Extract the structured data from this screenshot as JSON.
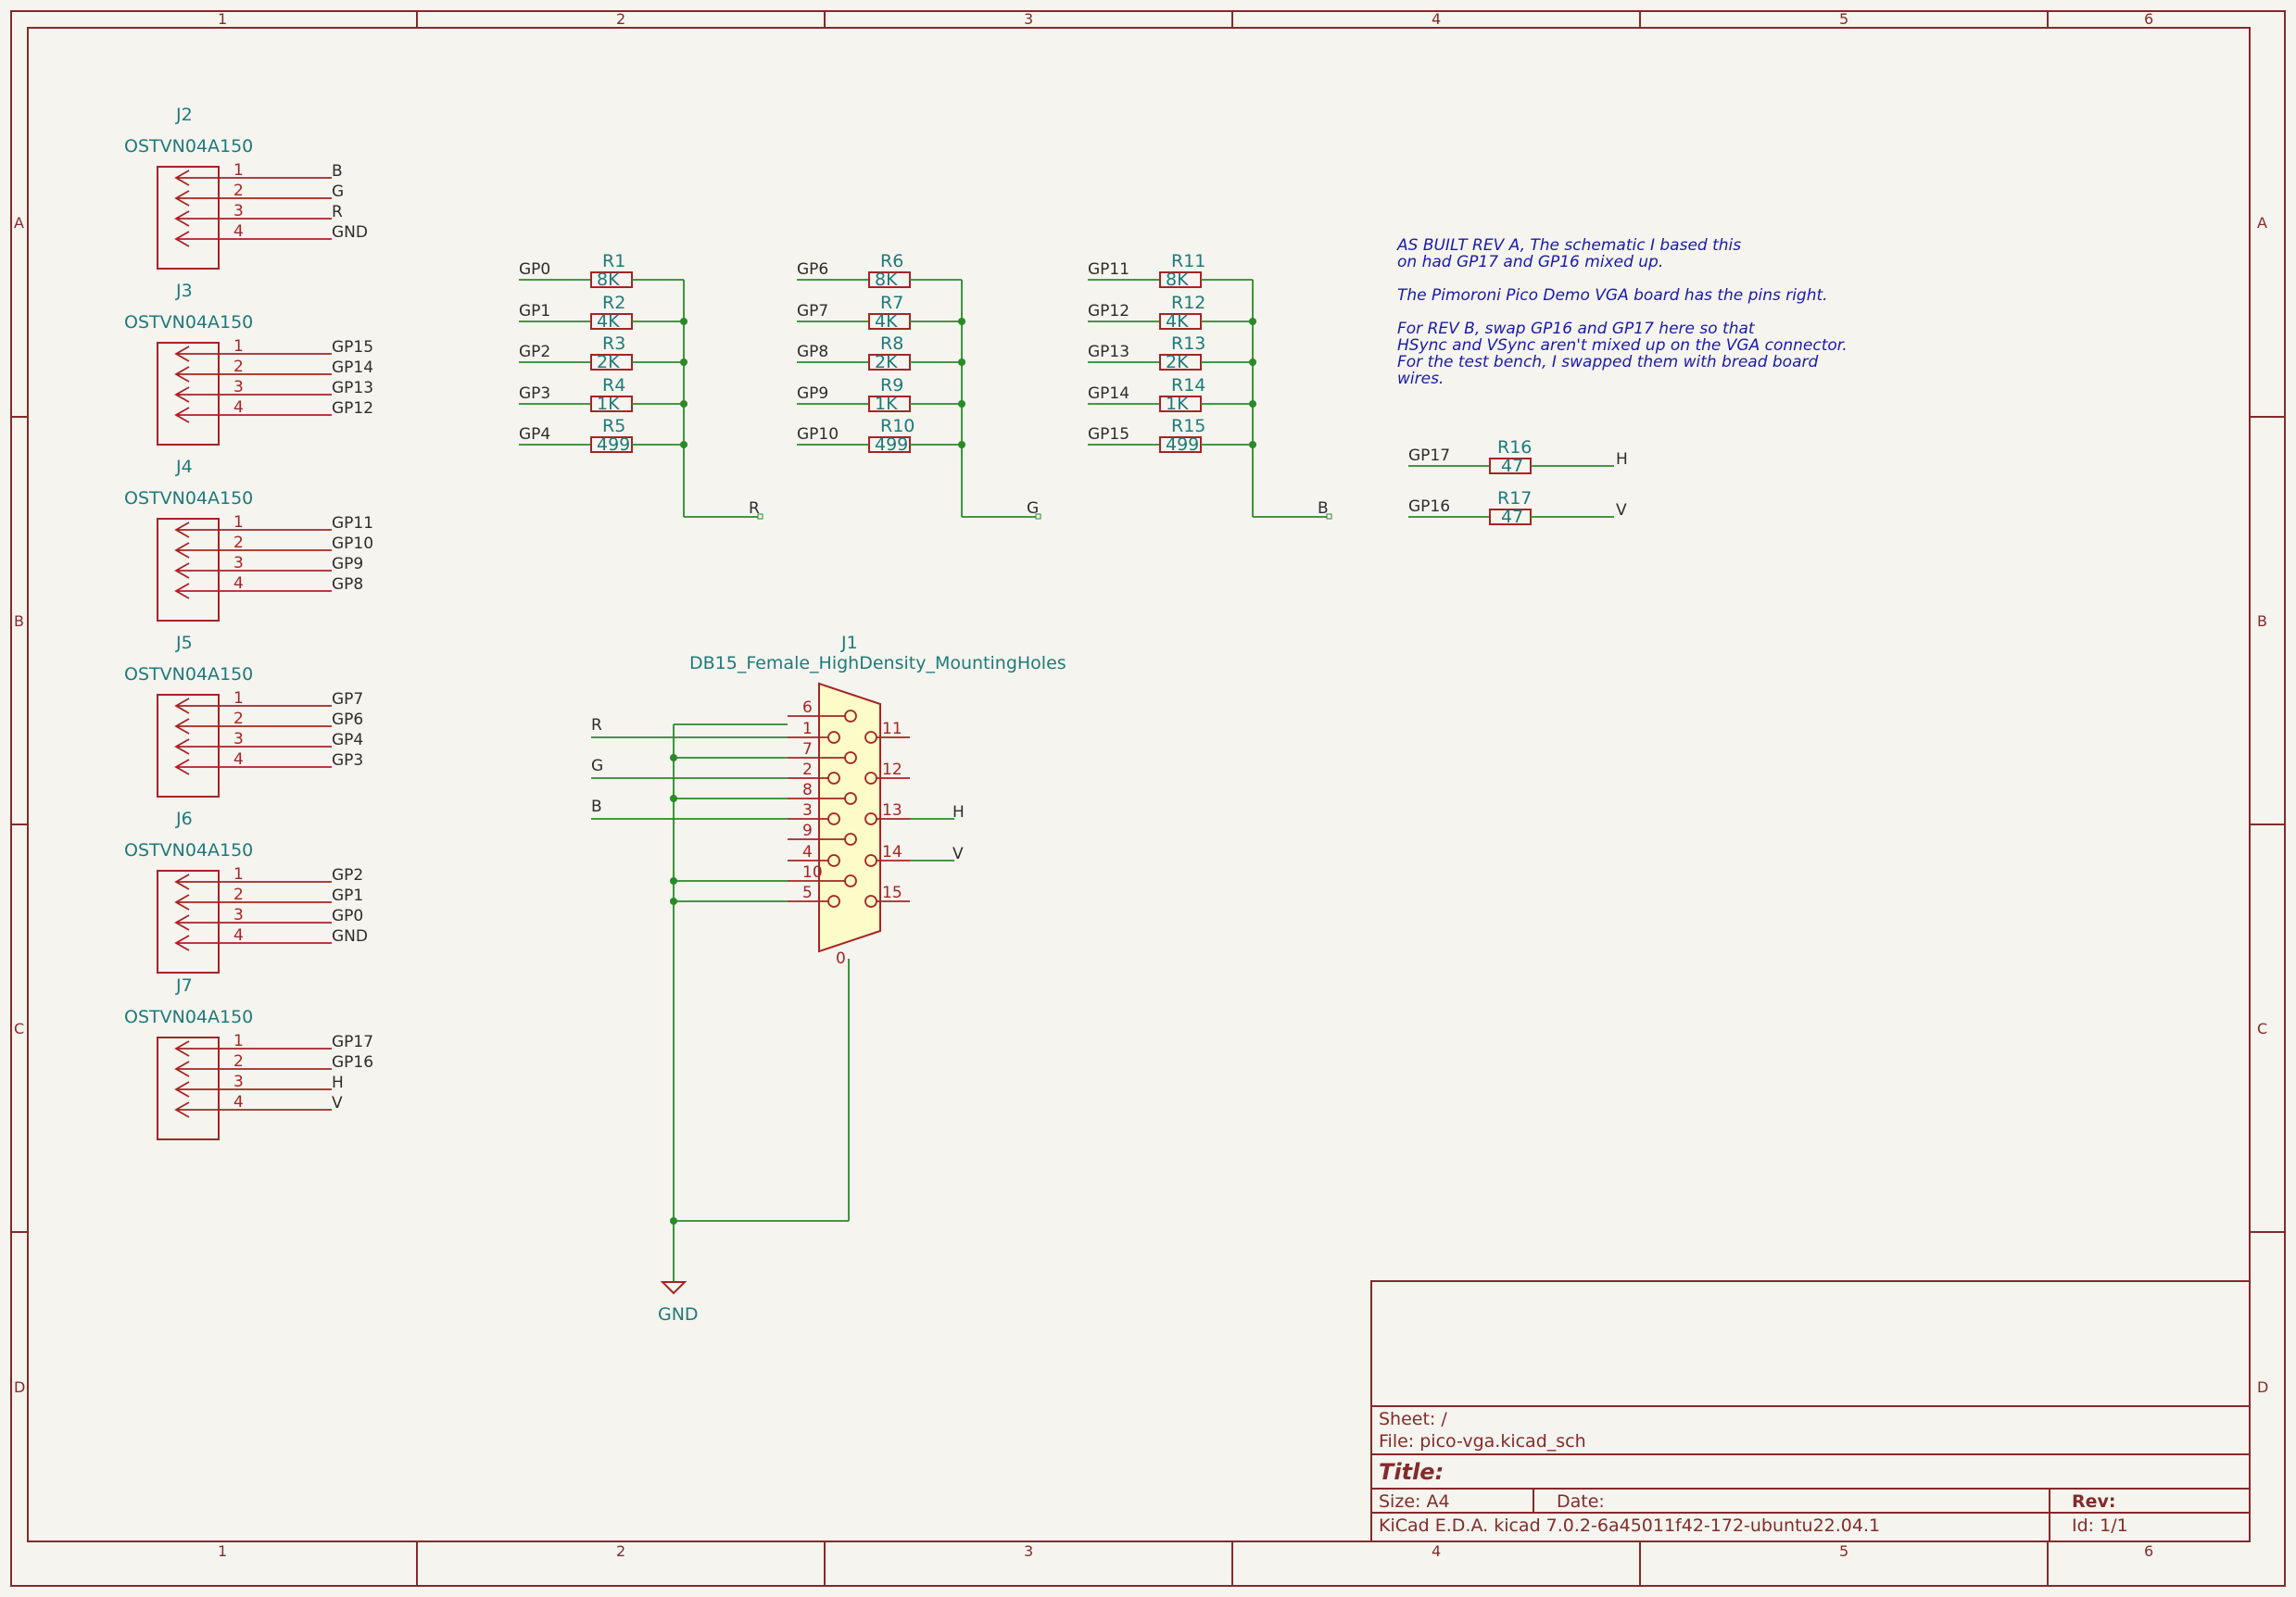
{
  "zones": {
    "columns": [
      "1",
      "2",
      "3",
      "4",
      "5",
      "6"
    ],
    "rows": [
      "A",
      "B",
      "C",
      "D"
    ]
  },
  "connectors": [
    {
      "ref": "J2",
      "value": "OSTVN04A150",
      "pins": [
        "B",
        "G",
        "R",
        "GND"
      ]
    },
    {
      "ref": "J3",
      "value": "OSTVN04A150",
      "pins": [
        "GP15",
        "GP14",
        "GP13",
        "GP12"
      ]
    },
    {
      "ref": "J4",
      "value": "OSTVN04A150",
      "pins": [
        "GP11",
        "GP10",
        "GP9",
        "GP8"
      ]
    },
    {
      "ref": "J5",
      "value": "OSTVN04A150",
      "pins": [
        "GP7",
        "GP6",
        "GP4",
        "GP3"
      ]
    },
    {
      "ref": "J6",
      "value": "OSTVN04A150",
      "pins": [
        "GP2",
        "GP1",
        "GP0",
        "GND"
      ]
    },
    {
      "ref": "J7",
      "value": "OSTVN04A150",
      "pins": [
        "GP17",
        "GP16",
        "H",
        "V"
      ]
    }
  ],
  "pin_numbers": [
    "1",
    "2",
    "3",
    "4"
  ],
  "dacs": [
    {
      "out": "R",
      "inputs": [
        "GP0",
        "GP1",
        "GP2",
        "GP3",
        "GP4"
      ],
      "refs": [
        "R1",
        "R2",
        "R3",
        "R4",
        "R5"
      ],
      "values": [
        "8K",
        "4K",
        "2K",
        "1K",
        "499"
      ]
    },
    {
      "out": "G",
      "inputs": [
        "GP6",
        "GP7",
        "GP8",
        "GP9",
        "GP10"
      ],
      "refs": [
        "R6",
        "R7",
        "R8",
        "R9",
        "R10"
      ],
      "values": [
        "8K",
        "4K",
        "2K",
        "1K",
        "499"
      ]
    },
    {
      "out": "B",
      "inputs": [
        "GP11",
        "GP12",
        "GP13",
        "GP14",
        "GP15"
      ],
      "refs": [
        "R11",
        "R12",
        "R13",
        "R14",
        "R15"
      ],
      "values": [
        "8K",
        "4K",
        "2K",
        "1K",
        "499"
      ]
    }
  ],
  "sync": [
    {
      "in": "GP17",
      "ref": "R16",
      "value": "47",
      "out": "H"
    },
    {
      "in": "GP16",
      "ref": "R17",
      "value": "47",
      "out": "V"
    }
  ],
  "note_lines": [
    "AS BUILT REV A, The schematic I based this",
    "on had GP17 and GP16 mixed up.",
    "",
    "The Pimoroni Pico Demo VGA board has the pins right.",
    "",
    "For REV B, swap GP16 and GP17 here so that",
    "HSync and VSync aren't mixed up on the VGA connector.",
    "For the test bench, I swapped them with bread board",
    "wires."
  ],
  "vga": {
    "ref": "J1",
    "value": "DB15_Female_HighDensity_MountingHoles",
    "left_pins": [
      "6",
      "1",
      "7",
      "2",
      "8",
      "3",
      "9",
      "4",
      "10",
      "5"
    ],
    "right_pins": [
      "11",
      "12",
      "13",
      "14",
      "15"
    ],
    "labels": {
      "r": "R",
      "g": "G",
      "b": "B",
      "h": "H",
      "v": "V"
    },
    "mount": "0"
  },
  "gnd_label": "GND",
  "title_block": {
    "sheet": "Sheet: /",
    "file": "File: pico-vga.kicad_sch",
    "title": "Title:",
    "size": "Size: A4",
    "date": "Date:",
    "rev": "Rev:",
    "tool": "KiCad E.D.A.  kicad 7.0.2-6a45011f42-172-ubuntu22.04.1",
    "id": "Id: 1/1"
  },
  "colors": {
    "border": "#842b2b",
    "wire": "#2a8a2a",
    "pin": "#a62424",
    "field": "#1f7a7a",
    "note": "#1a1aa8",
    "background": "#f5f4ef"
  }
}
